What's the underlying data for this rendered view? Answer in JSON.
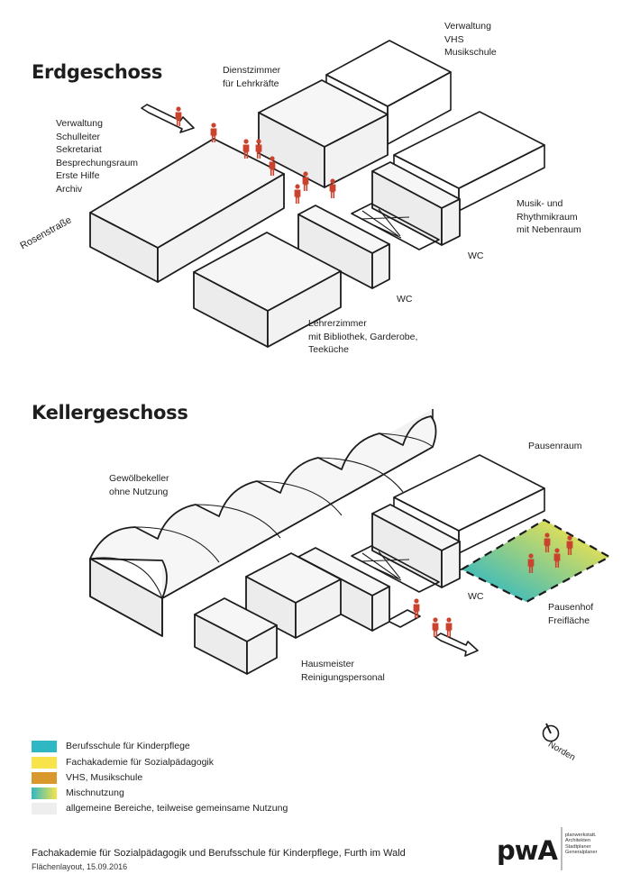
{
  "upper": {
    "title": "Erdgeschoss",
    "labels": {
      "verwaltung_vhs": "Verwaltung\nVHS\nMusikschule",
      "dienstzimmer": "Dienstzimmer\nfür Lehrkräfte",
      "verwaltung_schule": "Verwaltung\nSchulleiter\nSekretariat\nBesprechungsraum\nErste Hilfe\nArchiv",
      "street": "Rosenstraße",
      "musik": "Musik- und\nRhythmikraum\nmit Nebenraum",
      "wc_right": "WC",
      "wc_center": "WC",
      "lehrerzimmer": "Lehrerzimmer\nmit Bibliothek, Garderobe,\nTeeküche"
    }
  },
  "lower": {
    "title": "Kellergeschoss",
    "labels": {
      "gewoelbe": "Gewölbekeller\nohne Nutzung",
      "pausenraum": "Pausenraum",
      "wc": "WC",
      "pausenhof": "Pausenhof\nFreifläche",
      "hausmeister": "Hausmeister\nReinigungspersonal"
    }
  },
  "compass": {
    "label": "Norden"
  },
  "legend": [
    {
      "label": "Berufsschule für Kinderpflege",
      "color": "#2fb8c4"
    },
    {
      "label": "Fachakademie für Sozialpädagogik",
      "color": "#f7e44a"
    },
    {
      "label": "VHS, Musikschule",
      "color": "#d8982c"
    },
    {
      "label": "Mischnutzung",
      "color": "gradient"
    },
    {
      "label": "allgemeine Bereiche, teilweise gemeinsame Nutzung",
      "color": "#eeeeee"
    }
  ],
  "colors": {
    "berufsschule": "#2fb8c4",
    "fachakademie": "#f7e44a",
    "vhs": "#d8982c",
    "person": "#c9432e"
  },
  "footer": {
    "title": "Fachakademie für Sozialpädagogik und Berufsschule für Kinderpflege, Furth im Wald",
    "subtitle": "Flächenlayout, 15.09.2016",
    "logo": "pwA",
    "logo_lines": "planwerkstatt.\nArchitekten\nStadtplaner\nGeneralplaner"
  }
}
